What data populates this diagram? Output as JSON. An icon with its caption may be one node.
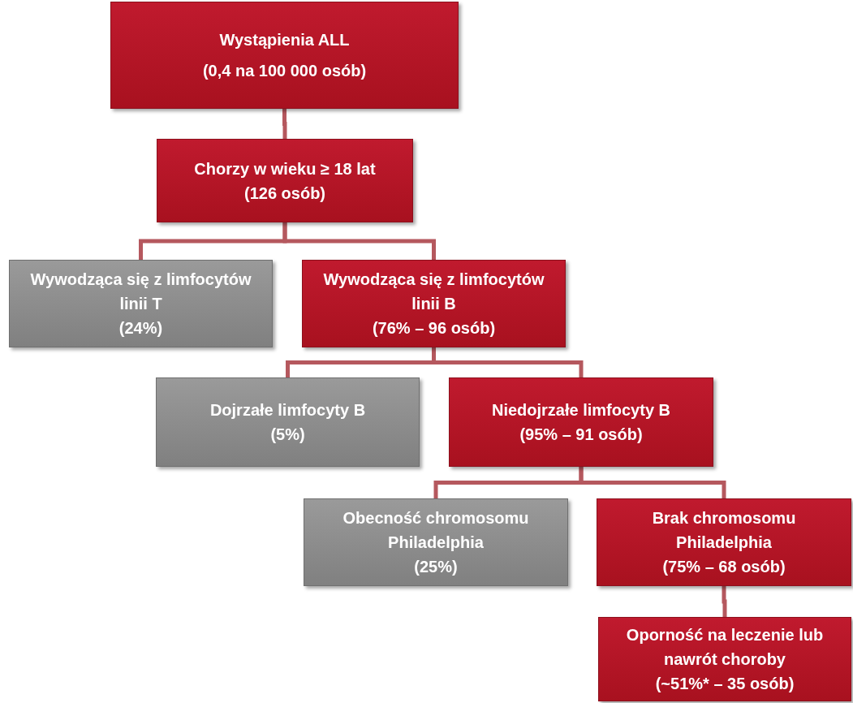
{
  "diagram": {
    "nodes": [
      {
        "text": [
          "Wystąpienia ALL",
          "(0,4 na 100 000 osób)"
        ]
      },
      {
        "text": [
          "Chorzy w wieku ≥ 18 lat",
          "(126 osób)"
        ]
      },
      {
        "text": [
          "Wywodząca się z limfocytów linii T",
          "(24%)"
        ]
      },
      {
        "text": [
          "Wywodząca się z limfocytów linii B",
          "(76% – 96 osób)"
        ]
      },
      {
        "text": [
          "Dojrzałe limfocyty B",
          "(5%)"
        ]
      },
      {
        "text": [
          "Niedojrzałe limfocyty B",
          "(95% – 91 osób)"
        ]
      },
      {
        "text": [
          "Obecność chromosomu Philadelphia",
          "(25%)"
        ]
      },
      {
        "text": [
          "Brak chromosomu Philadelphia",
          "(75% – 68 osób)"
        ]
      },
      {
        "text": [
          "Oporność na leczenie lub nawrót choroby",
          "(~51%* – 35 osób)"
        ]
      }
    ],
    "edges": [
      {
        "from": 0,
        "to": 1,
        "arrow": "none"
      },
      {
        "from": 1,
        "to": 2,
        "arrow": "none"
      },
      {
        "from": 1,
        "to": 3,
        "arrow": "none"
      },
      {
        "from": 3,
        "to": 4,
        "arrow": "none"
      },
      {
        "from": 3,
        "to": 5,
        "arrow": "none"
      },
      {
        "from": 5,
        "to": 6,
        "arrow": "none"
      },
      {
        "from": 5,
        "to": 7,
        "arrow": "none"
      },
      {
        "from": 7,
        "to": 8,
        "arrow": "none"
      }
    ]
  }
}
